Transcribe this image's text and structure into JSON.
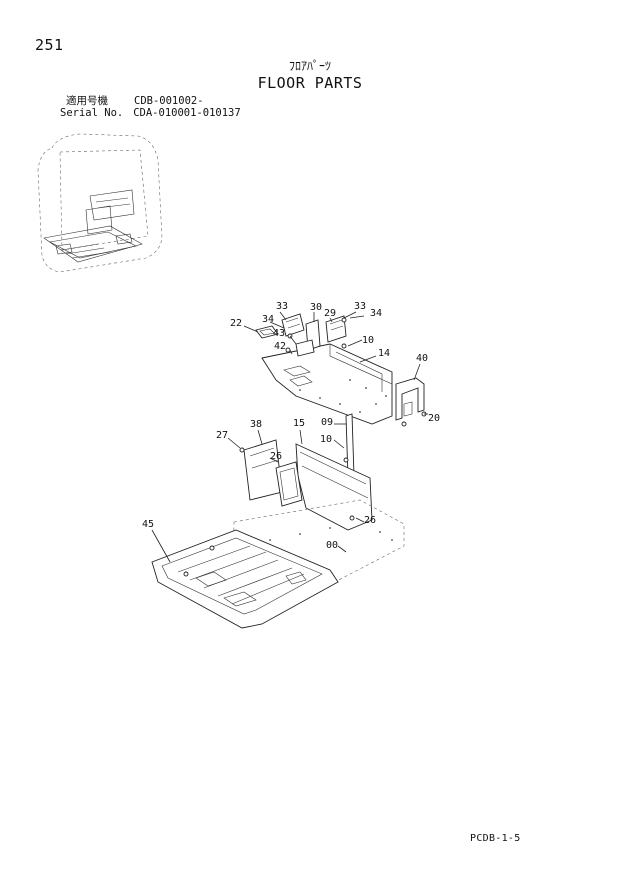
{
  "page_number": "251",
  "title_jp": "ﾌﾛｱﾊﾟｰﾂ",
  "title_en": "FLOOR PARTS",
  "applicability": {
    "model_label": "適用号機",
    "model_value": "CDB-001002-",
    "serial_label": "Serial No.",
    "serial_value": "CDA-010001-010137"
  },
  "callouts": [
    {
      "id": "c33a",
      "label": "33"
    },
    {
      "id": "c30",
      "label": "30"
    },
    {
      "id": "c29",
      "label": "29"
    },
    {
      "id": "c33b",
      "label": "33"
    },
    {
      "id": "c34a",
      "label": "34"
    },
    {
      "id": "c34b",
      "label": "34"
    },
    {
      "id": "c22",
      "label": "22"
    },
    {
      "id": "c43",
      "label": "43"
    },
    {
      "id": "c42",
      "label": "42"
    },
    {
      "id": "c10a",
      "label": "10"
    },
    {
      "id": "c14",
      "label": "14"
    },
    {
      "id": "c40",
      "label": "40"
    },
    {
      "id": "c20",
      "label": "20"
    },
    {
      "id": "c09",
      "label": "09"
    },
    {
      "id": "c15",
      "label": "15"
    },
    {
      "id": "c38",
      "label": "38"
    },
    {
      "id": "c27",
      "label": "27"
    },
    {
      "id": "c10b",
      "label": "10"
    },
    {
      "id": "c26a",
      "label": "26"
    },
    {
      "id": "c26b",
      "label": "26"
    },
    {
      "id": "c45",
      "label": "45"
    },
    {
      "id": "c00",
      "label": "00"
    }
  ],
  "footer_code": "PCDB-1-5"
}
